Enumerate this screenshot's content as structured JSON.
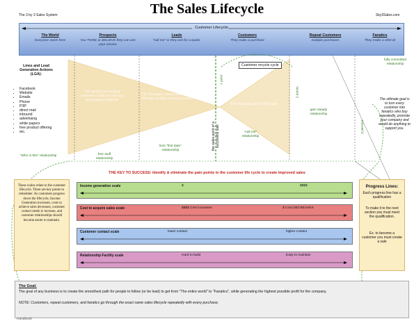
{
  "header": {
    "left_caption": "The 3 by 3 Sales System",
    "title": "The Sales Lifecycle",
    "right_caption": "Sky3Sales.com"
  },
  "banner": {
    "title": "Customer Lifecycle",
    "stages": [
      {
        "name": "The World",
        "desc": "Everyone starts here"
      },
      {
        "name": "Prospects",
        "desc": "You THINK or BELIEVE they can use your service"
      },
      {
        "name": "Leads",
        "desc": "\"call me\" or they ask for a quote."
      },
      {
        "name": "Customers",
        "desc": "They make a purchase"
      },
      {
        "name": "Repeat Customers",
        "desc": "multiple purchases"
      },
      {
        "name": "Fanatics",
        "desc": "They make a referral"
      }
    ]
  },
  "leads_section": {
    "heading": "Lines and Lead Generation Actions (LGA):",
    "items": [
      "Facebook",
      "Website",
      "Emails",
      "Phone",
      "P3P",
      "direct mail",
      "inbound",
      "advertising",
      "white papers",
      "free product offering",
      "etc."
    ],
    "who_label": "\"Who is this\" relationship"
  },
  "funnel": {
    "tip1": "TIP: profile your existing customers to find out who your best prospects might be.",
    "tip2": "TIP: Discounts, limited sales, & free offerings are high conversion factors",
    "tip3": "TIP: Follow up after EVERY sale",
    "free_stuff": "free stuff relationship",
    "limit_time": "limit \"first date\" relationship",
    "call_me": "\"call me\" relationship",
    "gain_steady": "gain steady relationship",
    "customer_recycle": "Customer recycle cycle",
    "fully_committed": "fully committed relationship",
    "one_point": "1 point",
    "two_points": "2 points",
    "three_percent": "3 percent",
    "ultimate_goal": "The ultimate goal is to turn every customer into fanatics who buy repeatedly, promote your company and would do anything to support you.",
    "sales_point": "the sales point of a successful sale"
  },
  "key_to_success": "THE KEY TO SUCCESS: Identify & eliminate the pain points in the customer life cycle to create improved sales",
  "left_note": "These scales relate to the customer lifecycle. There are key points to remember. As customers progress down the lifecycle, Income Generation increases, costs to achieve sales decreases, customer contact needs to increase, and customer relationships should become easier to maintain.",
  "scales": [
    {
      "label": "Income generation scale",
      "left": "$",
      "right": "$$$$",
      "color": "#b8dd8e"
    },
    {
      "label": "Cost to acquire sales scale",
      "left": "$$$$ Cost increases",
      "right": "$ Cost DECREASES",
      "color": "#e88080"
    },
    {
      "label": "Customer contact scale",
      "left": "lower contact",
      "right": "higher contact",
      "color": "#a9c6ee"
    },
    {
      "label": "Relationship Facility scale",
      "left": "Hard to build",
      "right": "Easy to maintain",
      "color": "#d99ac7"
    }
  ],
  "progress_panel": {
    "title": "Progress Lines:",
    "p1": "Each progress line has a qualification",
    "p2": "To make it to the next section you must meet the qualification.",
    "p3": "Ex. to become a customer you must create a sale"
  },
  "goal": {
    "heading": "The Goal:",
    "text": "The goal of any business is to create the smoothest path for people to follow (or be lead) to get from \"The entire world\" to \"Fanatics\", while generating the highest possible profit for the company.",
    "note": "NOTE: Customers, repeat customers, and fanatics go through the exact same sales lifecycle repeatedly with every purchase."
  },
  "footer": {
    "label": "Handbook"
  }
}
